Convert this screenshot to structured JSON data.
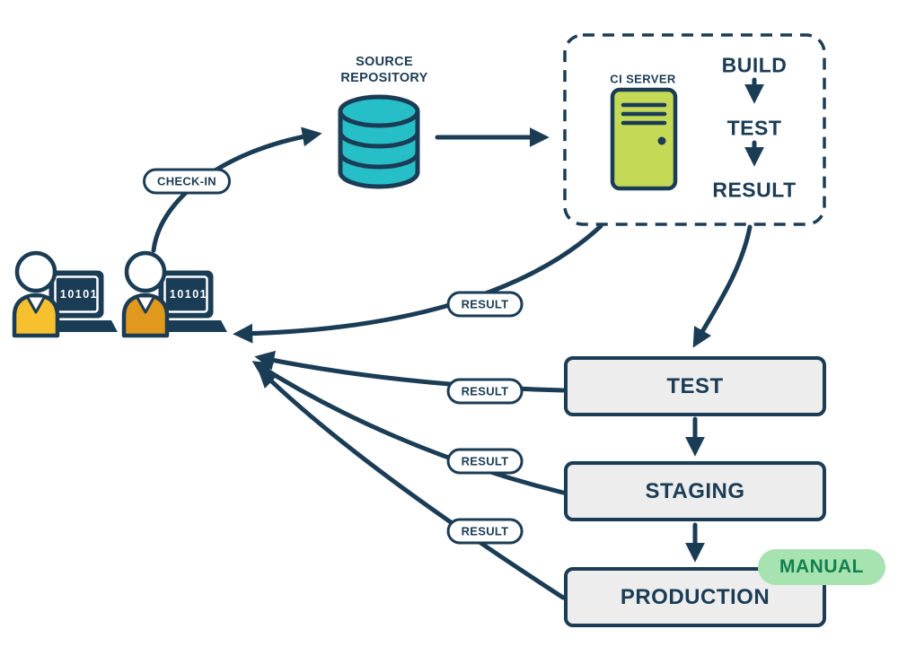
{
  "diagram": {
    "checkin_pill": "CHECK-IN",
    "source_repository_label": "SOURCE REPOSITORY",
    "laptop_code": "10101",
    "ci_box": {
      "server_label": "CI SERVER",
      "steps": [
        "BUILD",
        "TEST",
        "RESULT"
      ]
    },
    "result_pills": [
      "RESULT",
      "RESULT",
      "RESULT",
      "RESULT"
    ],
    "stages": [
      "TEST",
      "STAGING",
      "PRODUCTION"
    ],
    "manual_pill": "MANUAL"
  },
  "icons": {
    "database": "database-cylinder-icon",
    "ci_server": "server-icon",
    "developers": "person-with-laptop-icon"
  },
  "colors": {
    "outline_navy": "#1B3C55",
    "database_teal": "#26BFC7",
    "server_green": "#C4DA57",
    "developer1_shirt": "#F6C02E",
    "developer2_shirt": "#E1991D",
    "manual_pill_bg": "#A7E3B0",
    "manual_pill_text": "#11814F",
    "stage_box_bg": "#EDEDED"
  }
}
